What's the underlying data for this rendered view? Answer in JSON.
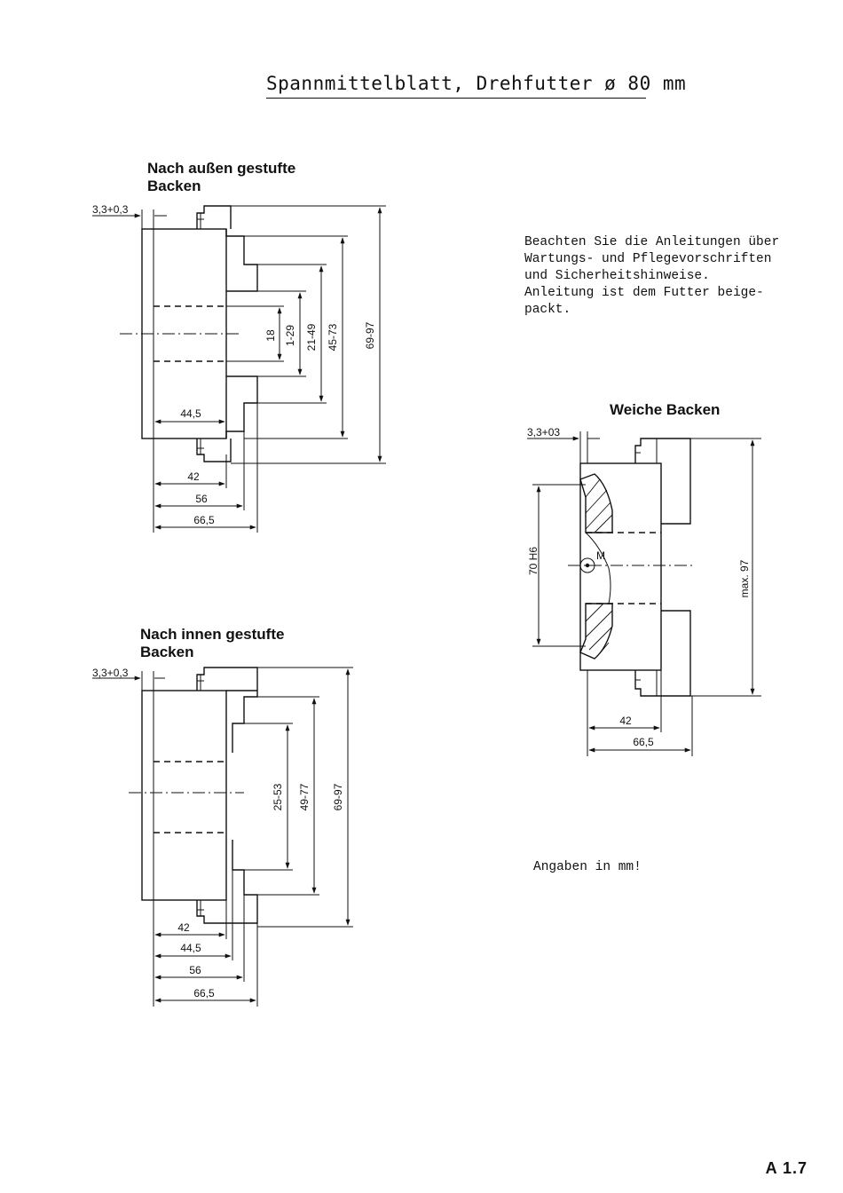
{
  "title": "Spannmittelblatt, Drehfutter ø 80 mm",
  "section_outer": {
    "heading_line1": "Nach außen gestufte",
    "heading_line2": "Backen",
    "dims": {
      "offset": "3,3+0,3",
      "d18": "18",
      "d1_29": "1-29",
      "d21_49": "21-49",
      "d45_73": "45-73",
      "d69_97": "69-97",
      "w44_5": "44,5",
      "w42": "42",
      "w56": "56",
      "w66_5": "66,5"
    }
  },
  "section_inner": {
    "heading_line1": "Nach innen gestufte",
    "heading_line2": "Backen",
    "dims": {
      "offset": "3,3+0,3",
      "d25_53": "25-53",
      "d49_77": "49-77",
      "d69_97": "69-97",
      "w42": "42",
      "w44_5": "44,5",
      "w56": "56",
      "w66_5": "66,5"
    }
  },
  "section_soft": {
    "heading": "Weiche Backen",
    "dims": {
      "offset": "3,3+03",
      "d70": "70 H6",
      "m": "M",
      "dmax": "max. 97",
      "w42": "42",
      "w66_5": "66,5"
    }
  },
  "notes": {
    "instructions": "Beachten Sie die Anleitungen über\nWartungs- und Pflegevorschriften\nund Sicherheitshinweise.\nAnleitung ist dem Futter beige-\npackt.",
    "units": "Angaben in mm!"
  },
  "page_code": "A 1.7"
}
